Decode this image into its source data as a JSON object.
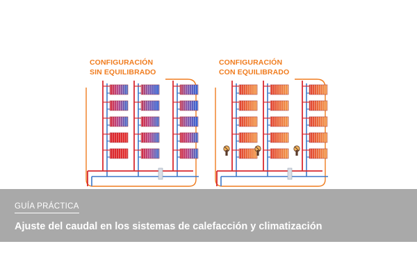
{
  "panels": [
    {
      "title_line1": "CONFIGURACIÓN",
      "title_line2": "SIN EQUILIBRADO",
      "balanced": false
    },
    {
      "title_line1": "CONFIGURACIÓN",
      "title_line2": "CON EQUILIBRADO",
      "balanced": true
    }
  ],
  "banner": {
    "label": "GUÍA PRÁCTICA",
    "title": "Ajuste del caudal en los sistemas de calefacción y climatización"
  },
  "colors": {
    "accent": "#f07c1e",
    "supply_pipe": "#d7282f",
    "return_pipe": "#3a77c8",
    "banner_bg": "#a9a9a9",
    "valve": "#5a3a2a"
  }
}
